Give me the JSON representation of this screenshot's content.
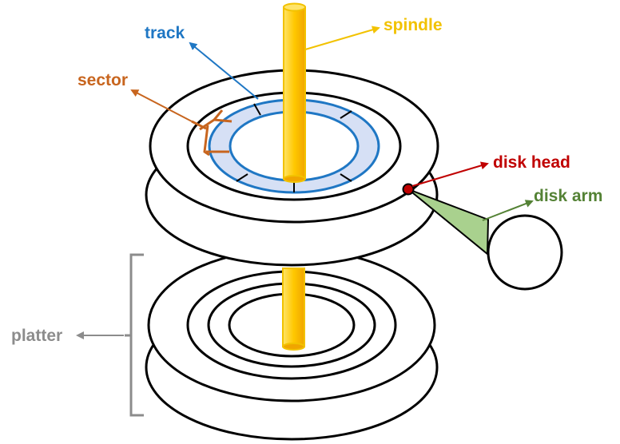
{
  "labels": {
    "track": "track",
    "spindle": "spindle",
    "sector": "sector",
    "disk_head": "disk head",
    "disk_arm": "disk arm",
    "platter": "platter"
  },
  "colors": {
    "track": "#1f77c4",
    "track_fill": "#d6e0f5",
    "spindle": "#f2c200",
    "spindle_fill": "#ffd60a",
    "sector": "#c8651e",
    "disk_head": "#c00000",
    "disk_arm": "#548235",
    "disk_arm_fill": "#a9d18e",
    "platter": "#8c8c8c",
    "outline": "#000000"
  }
}
